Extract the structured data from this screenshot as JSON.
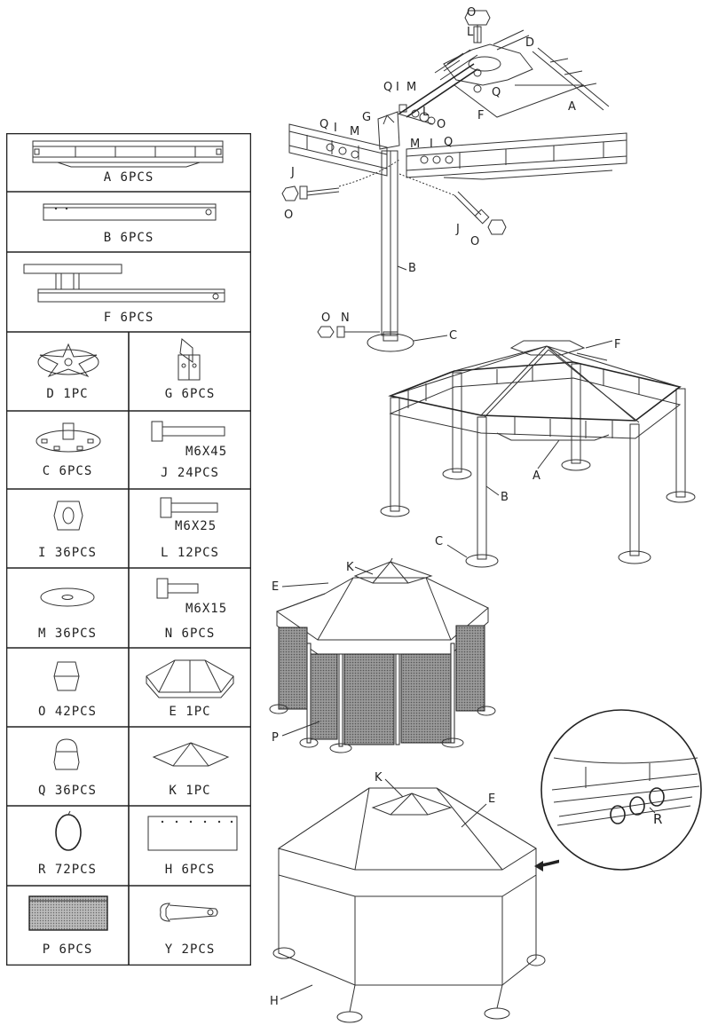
{
  "parts": [
    {
      "id": "A",
      "label": "A  6PCS"
    },
    {
      "id": "B",
      "label": "B  6PCS"
    },
    {
      "id": "F",
      "label": "F  6PCS"
    },
    {
      "id": "D",
      "label": "D 1PC"
    },
    {
      "id": "G",
      "label": "G  6PCS"
    },
    {
      "id": "C",
      "label": "C  6PCS"
    },
    {
      "id": "J",
      "label": "J 24PCS",
      "spec": "M6X45"
    },
    {
      "id": "I",
      "label": "I 36PCS"
    },
    {
      "id": "L",
      "label": "L  12PCS",
      "spec": "M6X25"
    },
    {
      "id": "M",
      "label": "M 36PCS"
    },
    {
      "id": "N",
      "label": "N  6PCS",
      "spec": "M6X15"
    },
    {
      "id": "O",
      "label": "O 42PCS"
    },
    {
      "id": "E",
      "label": "E  1PC"
    },
    {
      "id": "Q",
      "label": "Q 36PCS"
    },
    {
      "id": "K",
      "label": "K  1PC"
    },
    {
      "id": "R",
      "label": "R 72PCS"
    },
    {
      "id": "H",
      "label": "H  6PCS"
    },
    {
      "id": "P",
      "label": "P  6PCS"
    },
    {
      "id": "Y",
      "label": "Y  2PCS"
    }
  ],
  "callouts": {
    "o": "O",
    "l": "L",
    "d": "D",
    "q": "Q",
    "i": "I",
    "m": "M",
    "n": "N",
    "f": "F",
    "a": "A",
    "g": "G",
    "j": "J",
    "b": "B",
    "c": "C",
    "e": "E",
    "k": "K",
    "p": "P",
    "r": "R",
    "h": "H"
  }
}
